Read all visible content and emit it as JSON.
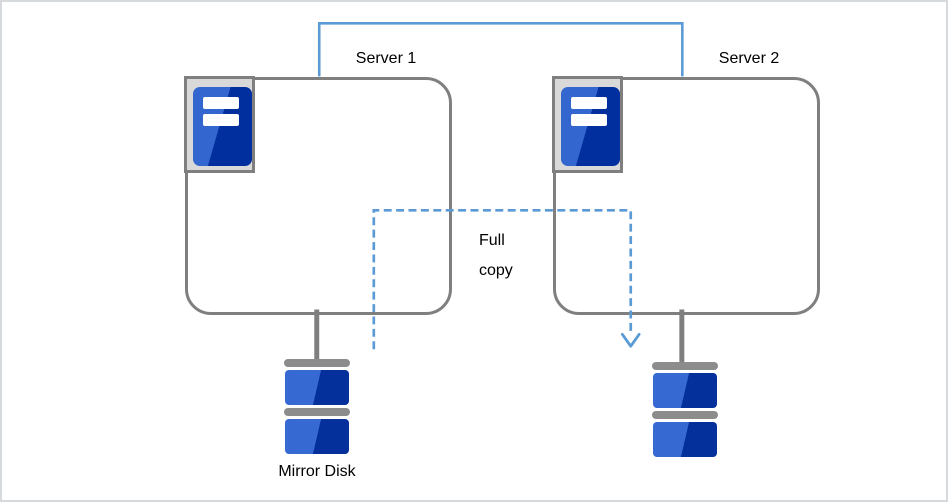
{
  "labels": {
    "server1": "Server 1",
    "server2": "Server 2",
    "full_copy": "Full copy",
    "mirror_disk": "Mirror Disk"
  },
  "icons": {
    "server1_icon": "server-tower-icon",
    "server2_icon": "server-tower-icon",
    "disk1_icon": "mirror-disk-stack-icon",
    "disk2_icon": "mirror-disk-stack-icon",
    "full_copy_arrow": "dashed-arrow-down-icon"
  },
  "colors": {
    "accent_blue": "#5b9bd5",
    "box_border_gray": "#7f7f7f",
    "icon_frame_fill": "#d9d9d9",
    "server_blue_light": "#3466cf",
    "server_blue_dark": "#012f9e",
    "disk_blue_light": "#3669d2",
    "disk_blue_dark": "#04309c",
    "disk_bar_gray": "#8c8c8c",
    "text": "#000000"
  }
}
